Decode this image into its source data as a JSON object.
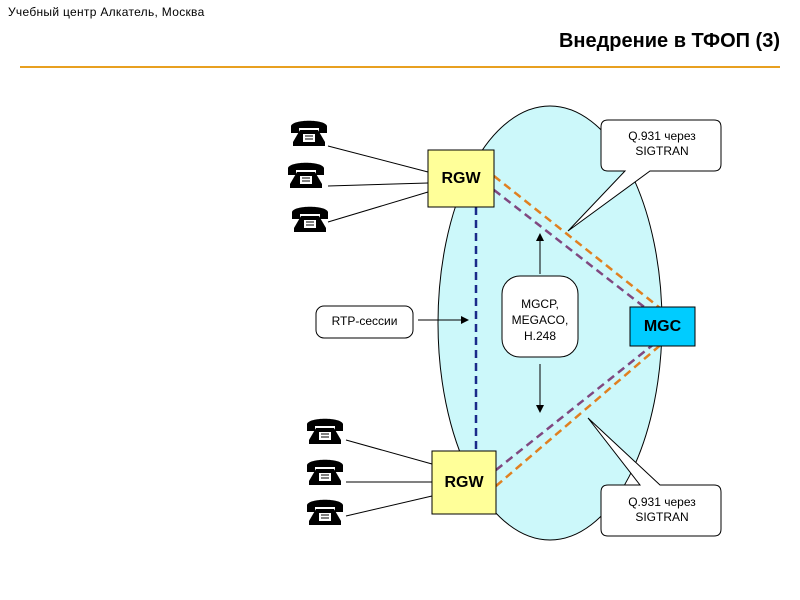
{
  "header": {
    "org": "Учебный центр Алкатель, Москва",
    "title": "Внедрение в ТФОП (3)"
  },
  "diagram": {
    "rgw_top": "RGW",
    "rgw_bottom": "RGW",
    "mgc": "MGC",
    "protocols": "MGCP, MEGACO, H.248",
    "rtp": "RTP-сессии",
    "signaling_top": "Q.931 через SIGTRAN",
    "signaling_bottom": "Q.931 через SIGTRAN"
  },
  "colors": {
    "cloud": "#ccf8fa",
    "rgw": "#ffff99",
    "mgc": "#00ccff",
    "accent_rule": "#e8a020",
    "dash_orange": "#e08020",
    "dash_purple": "#804880",
    "dash_blue": "#1a2a8a"
  },
  "icons": [
    "telephone-icon"
  ]
}
